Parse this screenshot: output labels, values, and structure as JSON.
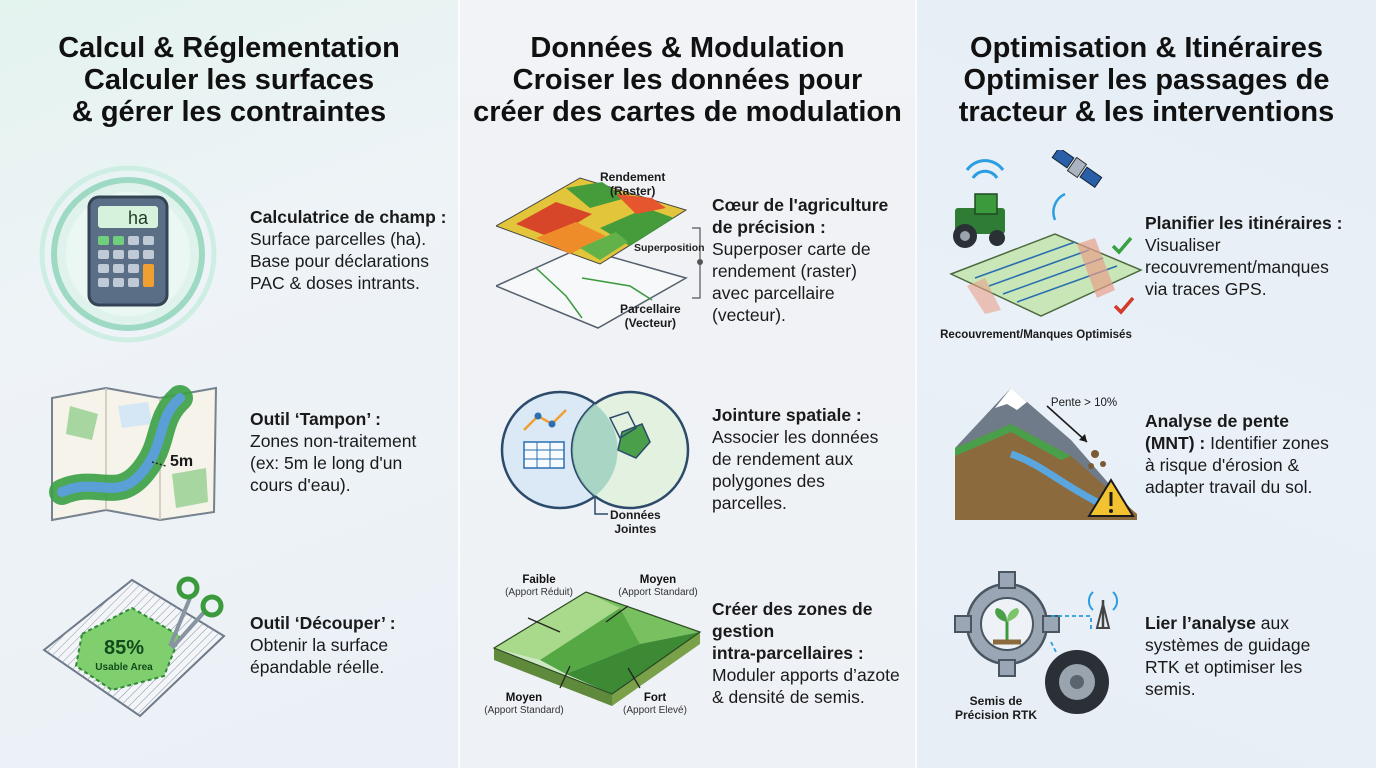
{
  "columns": [
    {
      "title": [
        "Calcul & Réglementation",
        "Calculer les surfaces",
        "& gérer les contraintes"
      ],
      "items": [
        {
          "heading": "Calculatrice de champ :",
          "body": [
            "Surface parcelles (ha).",
            "Base pour déclarations",
            "PAC & doses intrants."
          ],
          "icon_text": "ha"
        },
        {
          "heading": "Outil ‘Tampon’ :",
          "body": [
            "Zones non-traitement",
            "(ex: 5m le long d'un",
            "cours d'eau)."
          ],
          "icon_text": "5m"
        },
        {
          "heading": "Outil ‘Découper’ :",
          "body": [
            "Obtenir la surface",
            "épandable réelle."
          ],
          "icon_text": "85%",
          "icon_sub": "Usable Area"
        }
      ]
    },
    {
      "title": [
        "Données & Modulation",
        "Croiser les données pour",
        "créer des cartes de modulation"
      ],
      "items": [
        {
          "heading": [
            "Cœur de l'agriculture",
            "de précision :"
          ],
          "body": [
            "Superposer carte de",
            "rendement (raster)",
            "avec parcellaire",
            "(vecteur)."
          ],
          "labels": {
            "top": [
              "Rendement",
              "(Raster)"
            ],
            "mid": "Superposition",
            "bottom": [
              "Parcellaire",
              "(Vecteur)"
            ]
          }
        },
        {
          "heading": "Jointure spatiale :",
          "body": [
            "Associer les données",
            "de rendement aux",
            "polygones des",
            "parcelles."
          ],
          "labels": {
            "joined": [
              "Données",
              "Jointes"
            ]
          }
        },
        {
          "heading": [
            "Créer des zones de",
            "gestion",
            "intra-parcellaires :"
          ],
          "body": [
            "Moduler apports d’azote",
            "& densité de semis."
          ],
          "zones": [
            {
              "name": "Faible",
              "sub": "(Apport Réduit)"
            },
            {
              "name": "Moyen",
              "sub": "(Apport Standard)"
            },
            {
              "name": "Moyen",
              "sub": "(Apport Standard)"
            },
            {
              "name": "Fort",
              "sub": "(Apport Elevé)"
            }
          ]
        }
      ]
    },
    {
      "title": [
        "Optimisation & Itinéraires",
        "Optimiser les passages de",
        "tracteur & les interventions"
      ],
      "items": [
        {
          "heading": "Planifier les itinéraires :",
          "body": [
            "Visualiser",
            "recouvrement/manques",
            "via traces GPS."
          ],
          "caption": "Recouvrement/Manques Optimisés"
        },
        {
          "heading": "Analyse de pente",
          "heading2": "(MNT) :",
          "body_first": "Identifier zones",
          "body": [
            "à risque d'érosion &",
            "adapter travail du sol."
          ],
          "caption": "Pente > 10%"
        },
        {
          "heading": "Lier l’analyse",
          "heading_tail": "aux",
          "body": [
            "systèmes de guidage",
            "RTK et optimiser les",
            "semis."
          ],
          "caption": [
            "Semis de",
            "Précision RTK"
          ]
        }
      ]
    }
  ],
  "colors": {
    "green": "#3a9a3c",
    "light_green": "#7cc36a",
    "blue": "#2a6fb0",
    "orange": "#f0a030",
    "red": "#d23a2a"
  }
}
